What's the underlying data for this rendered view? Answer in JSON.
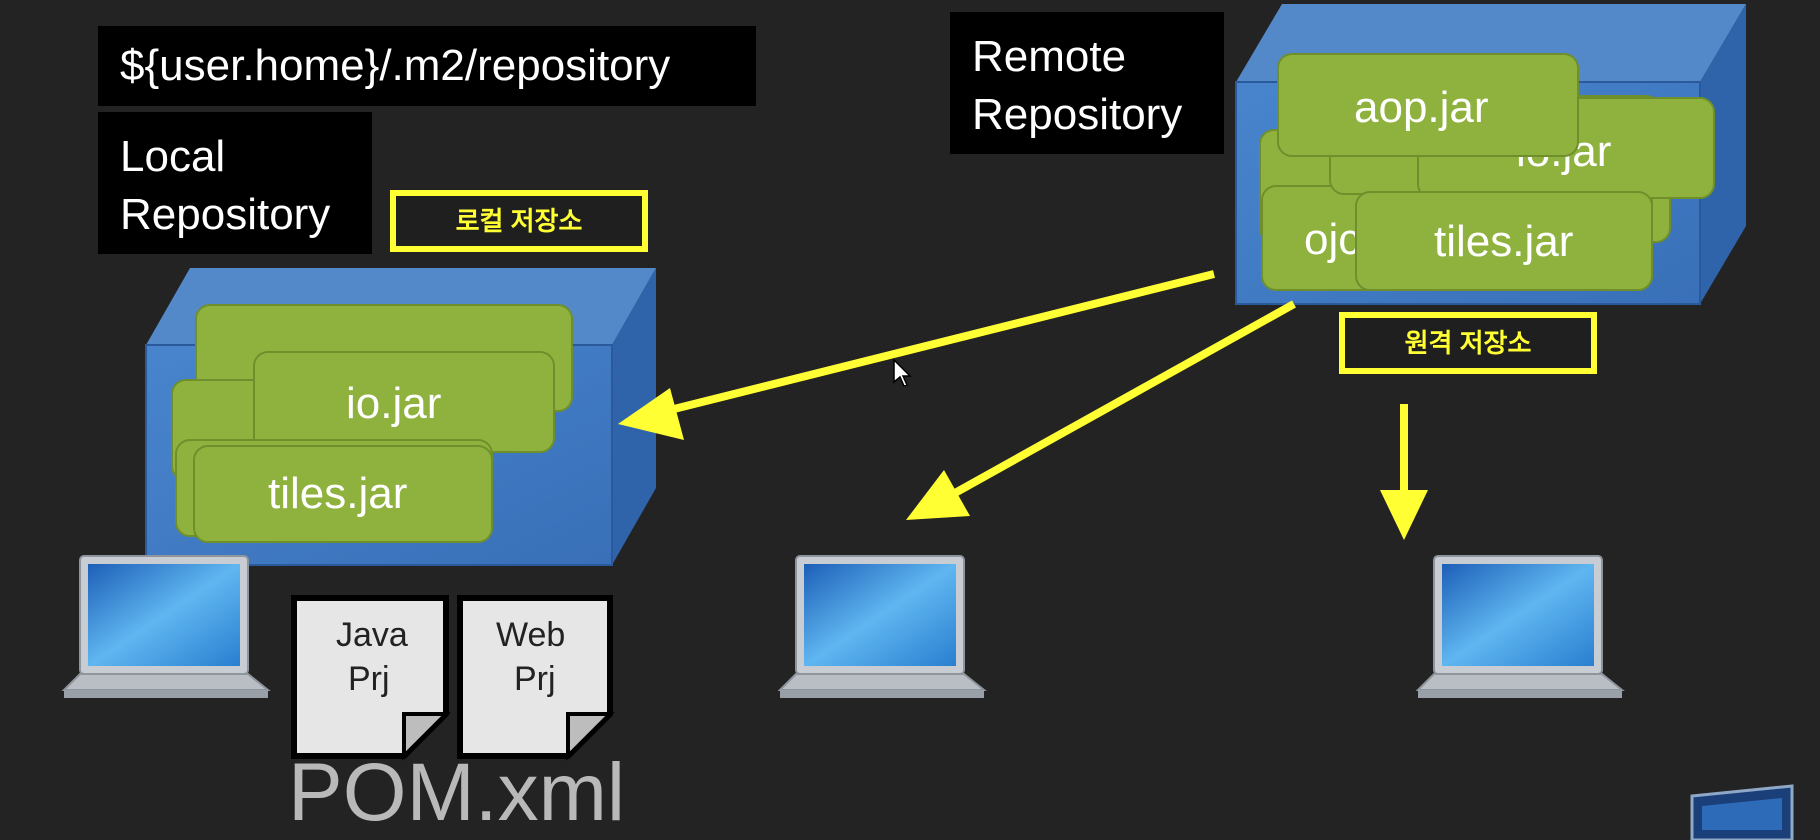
{
  "local": {
    "path": "${user.home}/.m2/repository",
    "title_line1": "Local",
    "title_line2": "Repository",
    "korean_label": "로컬 저장소",
    "jars": [
      "io.jar",
      "tiles.jar"
    ]
  },
  "remote": {
    "title_line1": "Remote",
    "title_line2": "Repository",
    "korean_label": "원격 저장소",
    "jars": [
      "aop.jar",
      "io.jar",
      "tiles.jar",
      "ojc"
    ]
  },
  "documents": [
    {
      "line1": "Java",
      "line2": "Prj"
    },
    {
      "line1": "Web",
      "line2": "Prj"
    }
  ],
  "pom": "POM.xml",
  "colors": {
    "background": "#232323",
    "arrow": "#ffff33",
    "jar": "#8fb23f",
    "repository": "#3f7fcf"
  }
}
